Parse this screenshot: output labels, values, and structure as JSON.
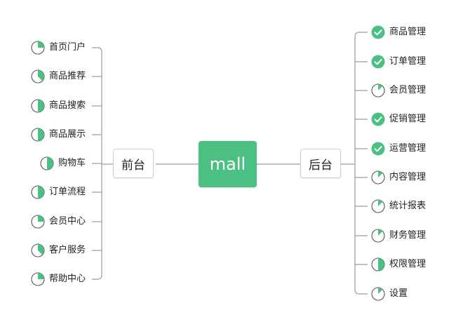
{
  "center": {
    "label": "mall"
  },
  "front": {
    "label": "前台",
    "items": [
      {
        "label": "首页门户",
        "progress": 0.25
      },
      {
        "label": "商品推荐",
        "progress": 0.375
      },
      {
        "label": "商品搜索",
        "progress": 0.5
      },
      {
        "label": "商品展示",
        "progress": 0.5
      },
      {
        "label": "购物车",
        "progress": 0.5
      },
      {
        "label": "订单流程",
        "progress": 0.5
      },
      {
        "label": "会员中心",
        "progress": 0.25
      },
      {
        "label": "客户服务",
        "progress": 0.375
      },
      {
        "label": "帮助中心",
        "progress": 0.25
      }
    ]
  },
  "back": {
    "label": "后台",
    "items": [
      {
        "label": "商品管理",
        "progress": 1
      },
      {
        "label": "订单管理",
        "progress": 1
      },
      {
        "label": "会员管理",
        "progress": 0.125
      },
      {
        "label": "促销管理",
        "progress": 1
      },
      {
        "label": "运营管理",
        "progress": 1
      },
      {
        "label": "内容管理",
        "progress": 0.125
      },
      {
        "label": "统计报表",
        "progress": 0.125
      },
      {
        "label": "财务管理",
        "progress": 0.125
      },
      {
        "label": "权限管理",
        "progress": 0.5
      },
      {
        "label": "设置",
        "progress": 0.125
      }
    ]
  },
  "colors": {
    "accent": "#4cbf82",
    "line": "#9a9a9a",
    "border": "#cfcfcf"
  }
}
